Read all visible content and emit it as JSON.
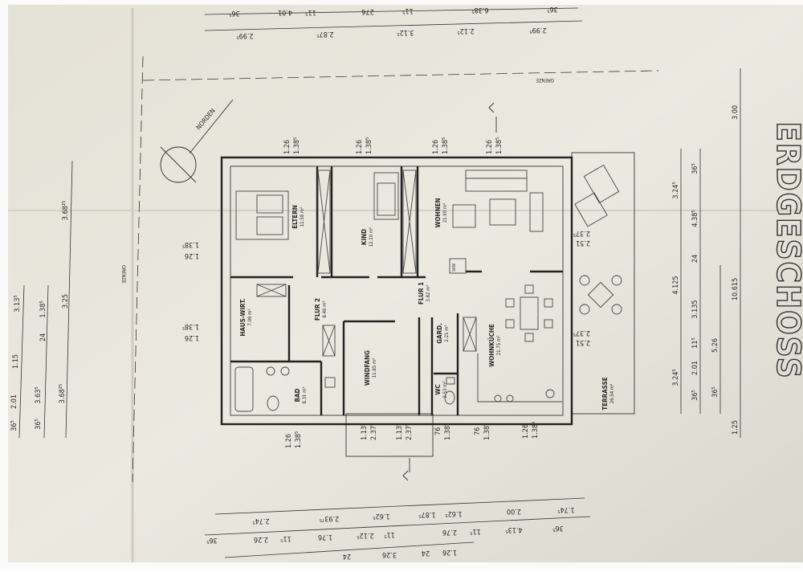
{
  "title": "ERDGESCHOSS",
  "north_label": "NORDEN",
  "boundary_label": "GRENZE",
  "boundary_label_left": "GRENZE",
  "rooms": [
    {
      "name": "ELTERN",
      "area": "11.58 m²"
    },
    {
      "name": "KIND",
      "area": "12.10 m²"
    },
    {
      "name": "WOHNEN",
      "area": "21.90 m²"
    },
    {
      "name": "HAUS-WIRT.",
      "area": "7.09 m²"
    },
    {
      "name": "FLUR 2",
      "area": "8.46 m²"
    },
    {
      "name": "FLUR 1",
      "area": "3.82 m²"
    },
    {
      "name": "WINDFANG",
      "area": "11.85 m²"
    },
    {
      "name": "GARD.",
      "area": "2.21 m²"
    },
    {
      "name": "WC",
      "area": "2.53 m²"
    },
    {
      "name": "BAD",
      "area": "8.31 m²"
    },
    {
      "name": "WOHNKÜCHE",
      "area": "21.75 m²"
    },
    {
      "name": "TERRASSE",
      "area": "26.54 m²"
    }
  ],
  "chimney_label": "SKW",
  "dims_top_row1": [
    "36⁵",
    "4.01",
    "11⁵",
    "276",
    "11⁵",
    "6.38⁵",
    "36⁵"
  ],
  "dims_top_row2": [
    "2.99⁵",
    "2.87⁵",
    "3.12⁵",
    "2.12⁵",
    "2.99⁵"
  ],
  "dims_bottom_row1": [
    "2.74⁵",
    "2.93⁷⁵",
    "1.62⁵",
    "1.87⁵",
    "1.62⁵",
    "2.00",
    "1.74⁵"
  ],
  "dims_bottom_row2": [
    "36⁵",
    "2.26",
    "11⁵",
    "1.76",
    "2.12⁵",
    "11⁵",
    "2.76",
    "11⁵",
    "4.13⁵",
    "36⁵"
  ],
  "dims_bottom_row3": [
    "24",
    "3.26",
    "24",
    "1.26"
  ],
  "dims_right_col1": [
    "3.24⁵",
    "4.125",
    "3.24⁵"
  ],
  "dims_right_col2": [
    "36⁵",
    "4.38⁵",
    "24",
    "3.135",
    "11⁵",
    "2.01",
    "36⁵"
  ],
  "dims_right_col3": [
    "5.26",
    "36⁵"
  ],
  "dims_right_col4": [
    "3.00",
    "10.615",
    "1.25"
  ],
  "dims_left_col1": [
    "3.68²⁵",
    "3.25",
    "3.68²⁵"
  ],
  "dims_left_col2": [
    "1.38⁵",
    "24",
    "3.63⁵",
    "36⁵"
  ],
  "dims_left_col3": [
    "3.13⁵",
    "1.15",
    "2.01",
    "36⁵"
  ],
  "window_top": [
    {
      "w": "1.26",
      "h": "1.38⁵"
    },
    {
      "w": "1.26",
      "h": "1.38⁵"
    },
    {
      "w": "1.26",
      "h": "1.38⁵"
    },
    {
      "w": "1.26",
      "h": "1.38⁵"
    }
  ],
  "window_bottom": [
    {
      "w": "1.26",
      "h": "1.38⁵"
    },
    {
      "w": "1.13⁵",
      "h": "2.37⁵"
    },
    {
      "w": "1.13⁵",
      "h": "2.37⁵"
    },
    {
      "w": "76",
      "h": "1.38⁵"
    },
    {
      "w": "76",
      "h": "1.38⁵"
    },
    {
      "w": "1.26",
      "h": "1.38⁵"
    }
  ],
  "window_left": [
    {
      "w": "1.26",
      "h": "1.38⁵"
    },
    {
      "w": "1.26",
      "h": "1.38⁵"
    }
  ],
  "window_terrace": [
    {
      "w": "2.51",
      "h": "2.37⁵"
    },
    {
      "w": "2.51",
      "h": "2.37⁵"
    }
  ]
}
